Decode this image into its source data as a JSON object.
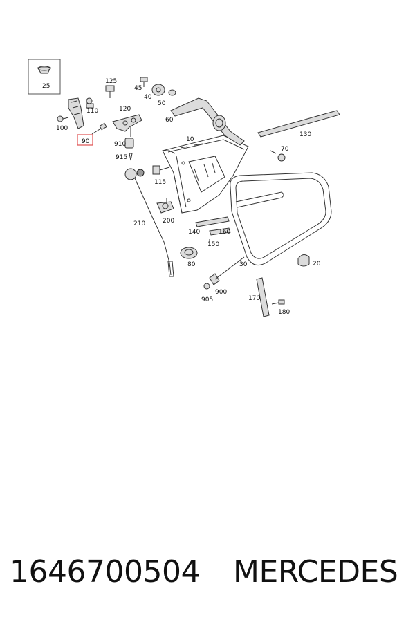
{
  "diagram": {
    "inset_callout": "25",
    "highlight_color": "#e05050",
    "callouts": [
      {
        "id": "c125",
        "label": "125"
      },
      {
        "id": "c45",
        "label": "45"
      },
      {
        "id": "c40",
        "label": "40"
      },
      {
        "id": "c50",
        "label": "50"
      },
      {
        "id": "c60",
        "label": "60"
      },
      {
        "id": "c110",
        "label": "110"
      },
      {
        "id": "c120",
        "label": "120"
      },
      {
        "id": "c100",
        "label": "100"
      },
      {
        "id": "c90",
        "label": "90"
      },
      {
        "id": "c910",
        "label": "910"
      },
      {
        "id": "c915",
        "label": "915"
      },
      {
        "id": "c10",
        "label": "10"
      },
      {
        "id": "c130",
        "label": "130"
      },
      {
        "id": "c70",
        "label": "70"
      },
      {
        "id": "c115",
        "label": "115"
      },
      {
        "id": "c210",
        "label": "210"
      },
      {
        "id": "c200",
        "label": "200"
      },
      {
        "id": "c140",
        "label": "140"
      },
      {
        "id": "c160",
        "label": "160"
      },
      {
        "id": "c150",
        "label": "150"
      },
      {
        "id": "c80",
        "label": "80"
      },
      {
        "id": "c30",
        "label": "30"
      },
      {
        "id": "c20",
        "label": "20"
      },
      {
        "id": "c900",
        "label": "900"
      },
      {
        "id": "c905",
        "label": "905"
      },
      {
        "id": "c170",
        "label": "170"
      },
      {
        "id": "c180",
        "label": "180"
      }
    ]
  },
  "footer": {
    "part_number": "1646700504",
    "brand": "MERCEDES"
  }
}
